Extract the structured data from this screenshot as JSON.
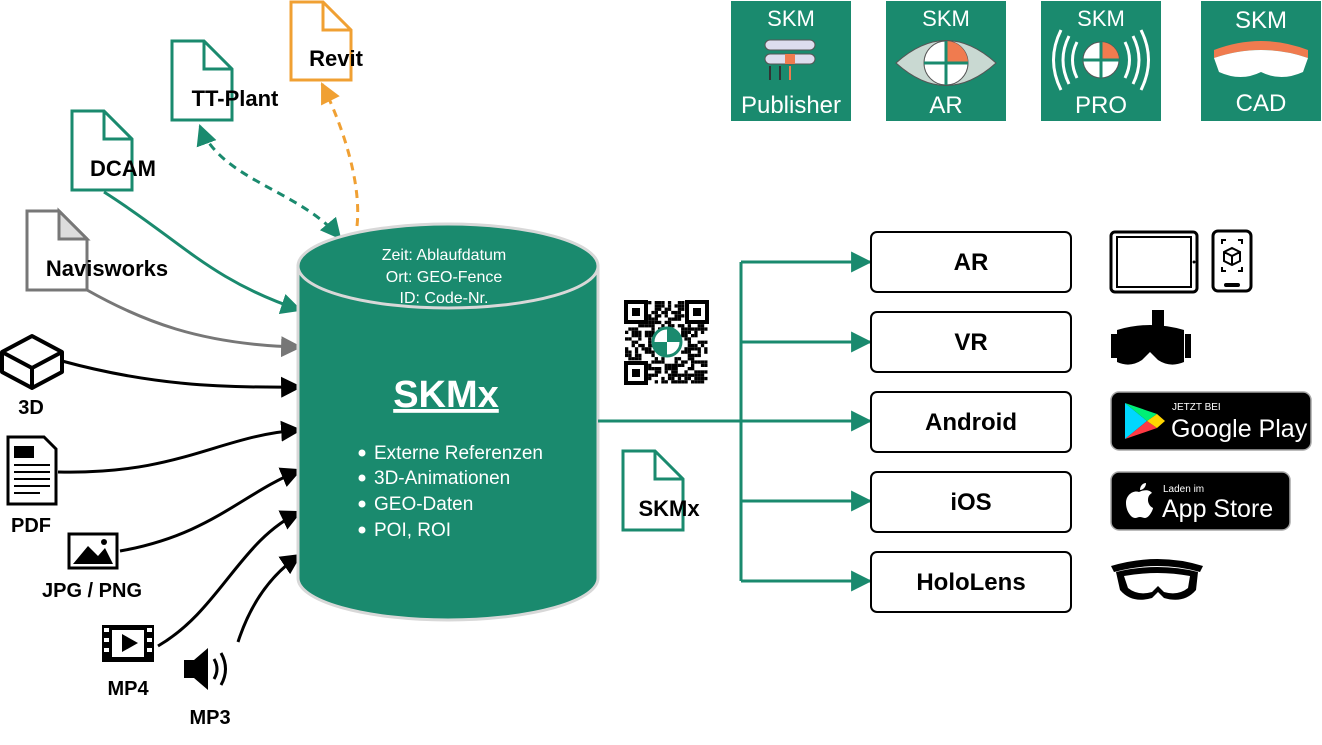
{
  "colors": {
    "green": "#1a8a6e",
    "orange": "#f0a033",
    "gray": "#777777",
    "black": "#000000"
  },
  "products": [
    {
      "top": "SKM",
      "bottom": "Publisher",
      "icon": "rolls-icon"
    },
    {
      "top": "SKM",
      "bottom": "AR",
      "icon": "eye-icon"
    },
    {
      "top": "SKM",
      "bottom": "PRO",
      "icon": "signal-icon"
    },
    {
      "top": "SKM",
      "bottom": "CAD",
      "icon": "headset-icon"
    }
  ],
  "export_files": {
    "revit": "Revit",
    "ttplant": "TT-Plant"
  },
  "import_files": {
    "dcam": "DCAM",
    "navisworks": "Navisworks"
  },
  "media_inputs": {
    "model3d": "3D",
    "pdf": "PDF",
    "image": "JPG / PNG",
    "mp4": "MP4",
    "mp3": "MP3"
  },
  "database": {
    "top_lines": [
      "Zeit: Ablaufdatum",
      "Ort: GEO-Fence",
      "ID: Code-Nr."
    ],
    "title": "SKMx",
    "bullets": [
      "Externe Referenzen",
      "3D-Animationen",
      "GEO-Daten",
      "POI, ROI"
    ]
  },
  "output_file": "SKMx",
  "targets": [
    "AR",
    "VR",
    "Android",
    "iOS",
    "HoloLens"
  ],
  "stores": {
    "google_small": "JETZT BEI",
    "google_big": "Google Play",
    "apple_small": "Laden im",
    "apple_big": "App Store"
  }
}
